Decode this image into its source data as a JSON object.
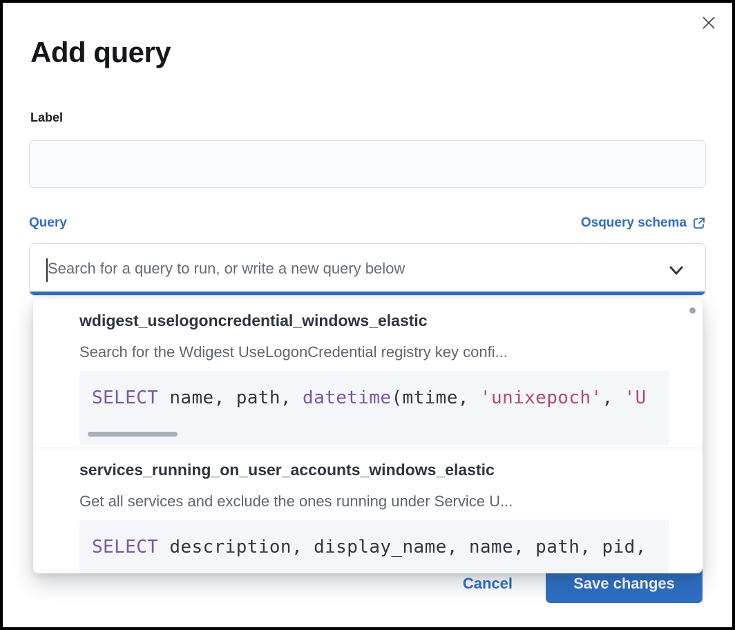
{
  "modal": {
    "title": "Add query"
  },
  "label_field": {
    "label": "Label",
    "value": "",
    "placeholder": ""
  },
  "query_field": {
    "label": "Query",
    "schema_link_label": "Osquery schema",
    "search_value": "",
    "search_placeholder": "Search for a query to run, or write a new query below"
  },
  "dropdown": {
    "options": [
      {
        "title": "wdigest_uselogoncredential_windows_elastic",
        "description": "Search for the Wdigest UseLogonCredential registry key confi...",
        "code": {
          "t0": "SELECT",
          "t1": " name, path, ",
          "t2": "datetime",
          "t3": "(mtime, ",
          "t4": "'unixepoch'",
          "t5": ", ",
          "t6": "'U"
        }
      },
      {
        "title": "services_running_on_user_accounts_windows_elastic",
        "description": "Get all services and exclude the ones running under Service U...",
        "code": {
          "t0": "SELECT",
          "t1": " description, display_name, name, path, pid,"
        }
      }
    ]
  },
  "footer": {
    "cancel_label": "Cancel",
    "save_label": "Save changes"
  },
  "colors": {
    "accent_blue": "#2e6fc2",
    "link_blue": "#2d6cc0",
    "sql_keyword_purple": "#7b57a5",
    "sql_string_rose": "#b9476e",
    "code_background": "#f4f6fa",
    "text_dark": "#1b1d24",
    "text_muted": "#5d6571"
  }
}
